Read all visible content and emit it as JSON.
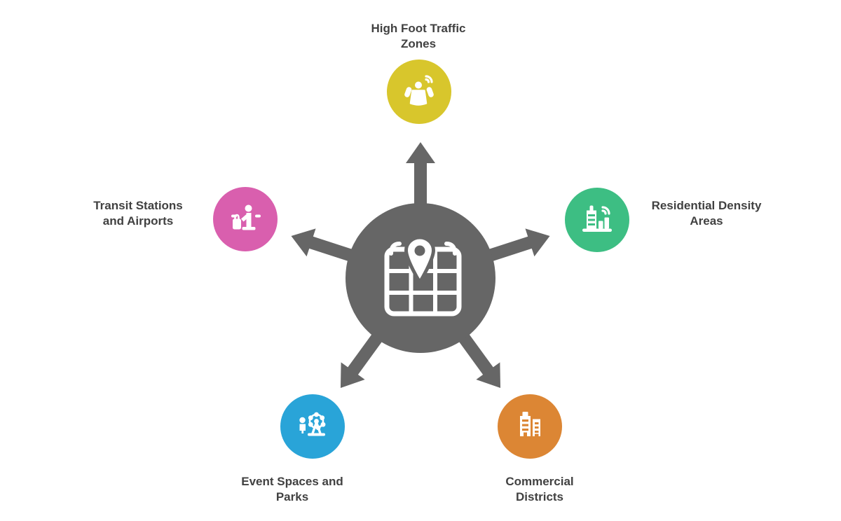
{
  "diagram": {
    "type": "radial-hub-spoke",
    "background": "#ffffff",
    "text_color": "#414141",
    "hub": {
      "icon": "map-location-pin-icon",
      "color": "#666666",
      "arrow_color": "#666666"
    },
    "nodes": [
      {
        "id": "high-foot-traffic",
        "label": "High Foot Traffic Zones",
        "color": "#d8c62c",
        "icon": "crowd-signal-icon",
        "position": "top"
      },
      {
        "id": "residential-density",
        "label": "Residential Density Areas",
        "color": "#3dbe83",
        "icon": "building-signal-icon",
        "position": "right"
      },
      {
        "id": "commercial-districts",
        "label": "Commercial Districts",
        "color": "#dc8634",
        "icon": "office-buildings-icon",
        "position": "bottom-right"
      },
      {
        "id": "event-spaces",
        "label": "Event Spaces and Parks",
        "color": "#29a4d8",
        "icon": "ferris-wheel-icon",
        "position": "bottom-left"
      },
      {
        "id": "transit-stations",
        "label": "Transit Stations and Airports",
        "color": "#d95fae",
        "icon": "traveler-luggage-icon",
        "position": "left"
      }
    ]
  }
}
